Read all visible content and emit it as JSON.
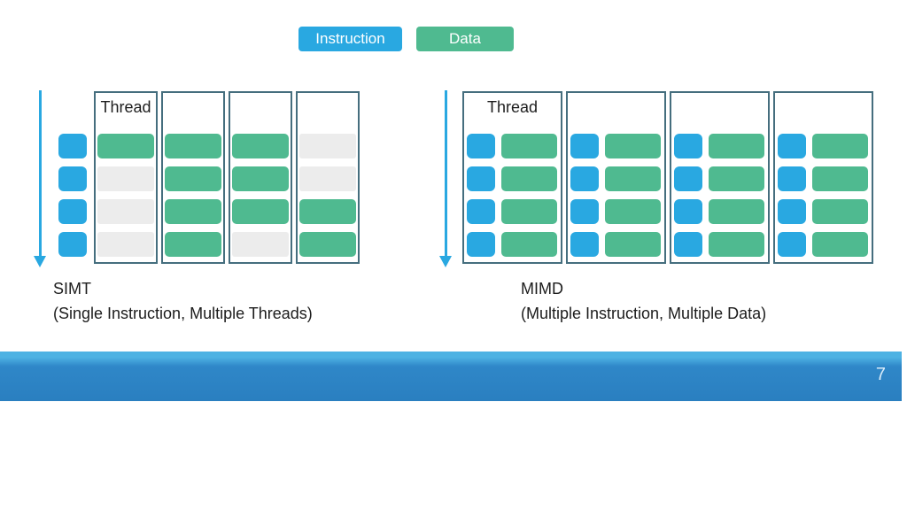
{
  "colors": {
    "instruction_blue": "#29a8e1",
    "data_green": "#4fba90",
    "idle_gray": "#ececec",
    "column_border": "#456e7e",
    "footer_bar_blue": "#2a7fc0",
    "footer_bar_light_blue": "#4db2e3",
    "page_number_color": "#d9ecf9"
  },
  "legend": {
    "instruction_label": "Instruction",
    "data_label": "Data"
  },
  "simt": {
    "title": "SIMT",
    "subtitle": "(Single Instruction, Multiple Threads)",
    "thread_label": "Thread",
    "instruction_block_count": 4,
    "columns": [
      [
        "data",
        "idle",
        "idle",
        "idle"
      ],
      [
        "data",
        "data",
        "data",
        "data"
      ],
      [
        "data",
        "data",
        "data",
        "idle"
      ],
      [
        "idle",
        "idle",
        "data",
        "data"
      ]
    ]
  },
  "mimd": {
    "title": "MIMD",
    "subtitle": "(Multiple Instruction, Multiple Data)",
    "thread_label": "Thread",
    "columns": [
      [
        "instr_data",
        "instr_data",
        "instr_data",
        "instr_data"
      ],
      [
        "instr_data",
        "instr_data",
        "instr_data",
        "instr_data"
      ],
      [
        "instr_data",
        "instr_data",
        "instr_data",
        "instr_data"
      ],
      [
        "instr_data",
        "instr_data",
        "instr_data",
        "instr_data"
      ]
    ]
  },
  "footer": {
    "page_number": "7"
  }
}
